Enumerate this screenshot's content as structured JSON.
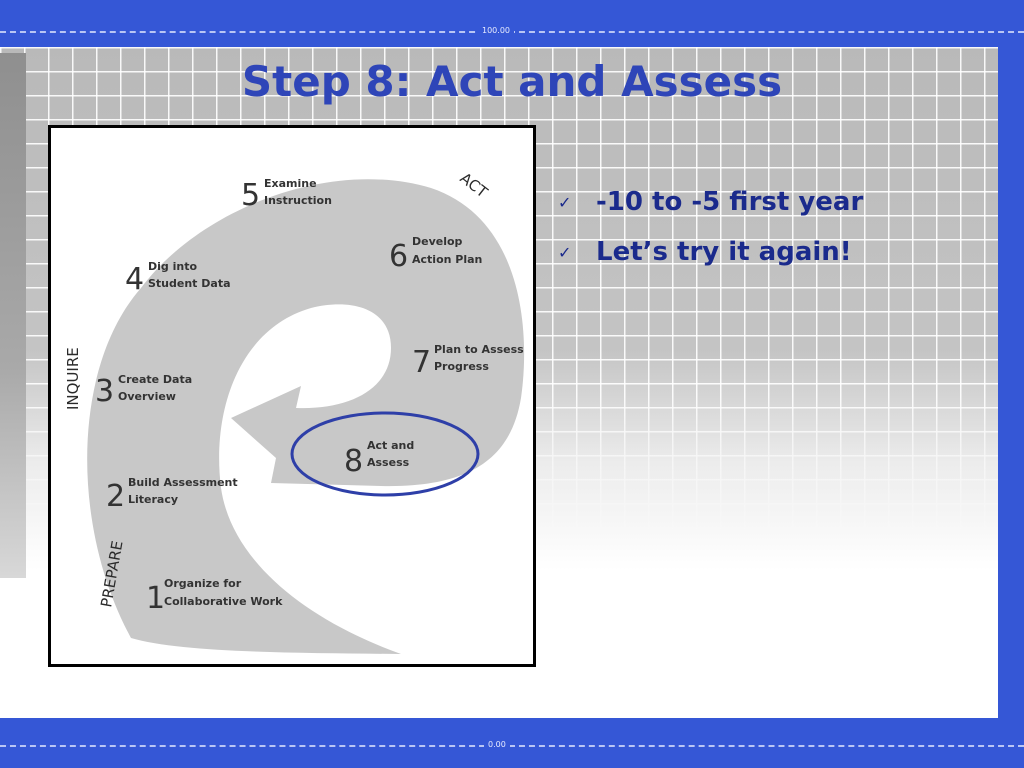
{
  "slide": {
    "title": "Step 8: Act and Assess",
    "bullets": [
      {
        "icon": "check-icon",
        "text": "-10 to -5 first year"
      },
      {
        "icon": "check-icon",
        "text": "Let’s try it again!"
      }
    ]
  },
  "diagram": {
    "phases": {
      "prepare": "PREPARE",
      "inquire": "INQUIRE",
      "act": "ACT"
    },
    "steps": [
      {
        "number": "1",
        "line1": "Organize for",
        "line2": "Collaborative Work"
      },
      {
        "number": "2",
        "line1": "Build Assessment",
        "line2": "Literacy"
      },
      {
        "number": "3",
        "line1": "Create Data",
        "line2": "Overview"
      },
      {
        "number": "4",
        "line1": "Dig into",
        "line2": "Student Data"
      },
      {
        "number": "5",
        "line1": "Examine",
        "line2": "Instruction"
      },
      {
        "number": "6",
        "line1": "Develop",
        "line2": "Action Plan"
      },
      {
        "number": "7",
        "line1": "Plan to Assess",
        "line2": "Progress"
      },
      {
        "number": "8",
        "line1": "Act and",
        "line2": "Assess"
      }
    ],
    "highlight_color": "#2e3fa8",
    "spiral_color": "#c8c8c8"
  },
  "frame": {
    "top_marker": "100.00",
    "bottom_marker": "0.00"
  },
  "colors": {
    "band": "#3557d6",
    "title": "#2e45b8",
    "bullet_text": "#1a2a8c"
  }
}
